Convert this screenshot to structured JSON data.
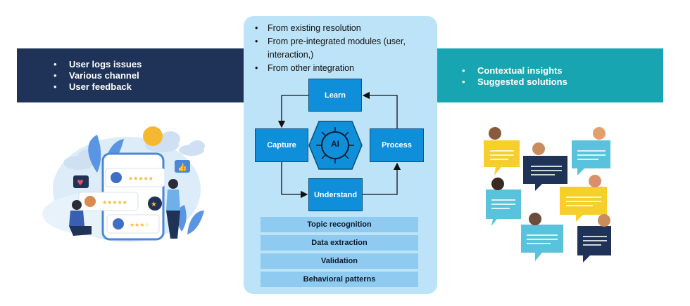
{
  "left_panel": {
    "items": [
      "User  logs issues",
      "Various channel",
      "User  feedback"
    ]
  },
  "center_panel": {
    "sources": [
      "From existing  resolution",
      "From pre-integrated modules (user, interaction,)",
      "From other integration"
    ],
    "cycle": {
      "learn": "Learn",
      "capture": "Capture",
      "process": "Process",
      "understand": "Understand",
      "ai": "AI"
    },
    "tasks": [
      "Topic recognition",
      "Data extraction",
      "Validation",
      "Behavioral patterns"
    ]
  },
  "right_panel": {
    "items": [
      "Contextual insights",
      "Suggested solutions"
    ]
  },
  "colors": {
    "navy_band": "#1f3358",
    "teal_band": "#17a6b1",
    "center_bg": "#bde3f8",
    "node_blue": "#0f8fd9",
    "task_bar": "#8fcbf0"
  },
  "icons": [
    "ai-brain-icon",
    "phone-reviews-illustration",
    "chat-bubbles-illustration"
  ]
}
